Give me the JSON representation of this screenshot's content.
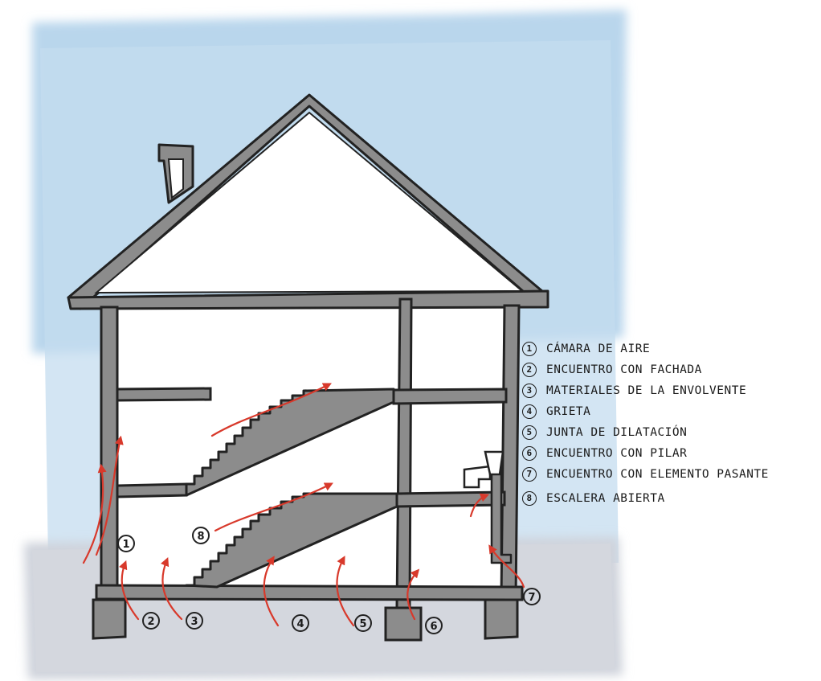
{
  "diagram": {
    "legend": [
      {
        "n": "1",
        "label": "CÁMARA DE AIRE"
      },
      {
        "n": "2",
        "label": "ENCUENTRO CON FACHADA"
      },
      {
        "n": "3",
        "label": "MATERIALES DE LA ENVOLVENTE"
      },
      {
        "n": "4",
        "label": "GRIETA"
      },
      {
        "n": "5",
        "label": "JUNTA DE DILATACIÓN"
      },
      {
        "n": "6",
        "label": "ENCUENTRO CON PILAR"
      },
      {
        "n": "7",
        "label": "ENCUENTRO CON ELEMENTO PASANTE"
      },
      {
        "n": "8",
        "label": "ESCALERA ABIERTA"
      }
    ],
    "markers": [
      "1",
      "2",
      "3",
      "4",
      "5",
      "6",
      "7",
      "8"
    ],
    "colors": {
      "sky": "#b9d6ec",
      "ground": "#cfd3db",
      "wall": "#8c8c8c",
      "outline": "#222222",
      "arrow": "#d8392b"
    }
  }
}
